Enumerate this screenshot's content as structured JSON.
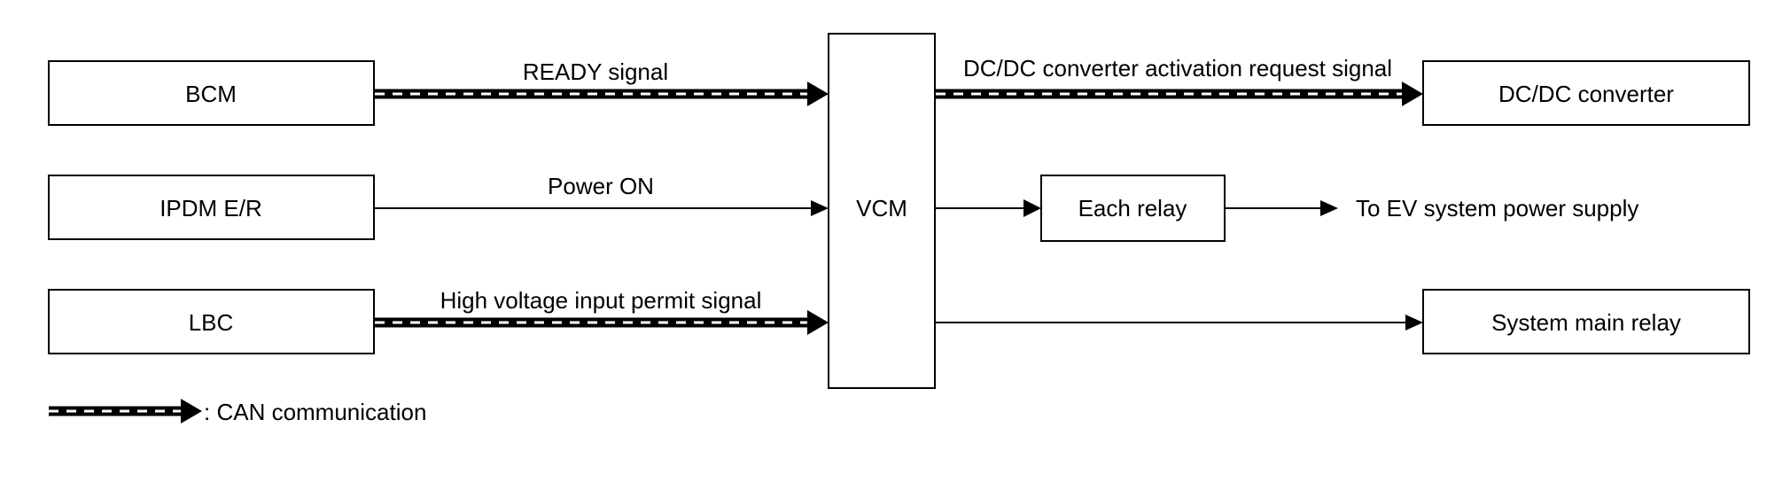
{
  "blocks": {
    "bcm": "BCM",
    "ipdm": "IPDM E/R",
    "lbc": "LBC",
    "vcm": "VCM",
    "dcdc": "DC/DC converter",
    "each_relay": "Each relay",
    "system_main_relay": "System main relay"
  },
  "signals": {
    "ready": "READY signal",
    "power_on": "Power ON",
    "hv_permit": "High voltage input permit signal",
    "dcdc_request": "DC/DC converter activation request signal",
    "ev_supply": "To EV system power supply"
  },
  "legend": {
    "label": ": CAN communication"
  },
  "colors": {
    "line": "#000000",
    "background": "#ffffff"
  }
}
